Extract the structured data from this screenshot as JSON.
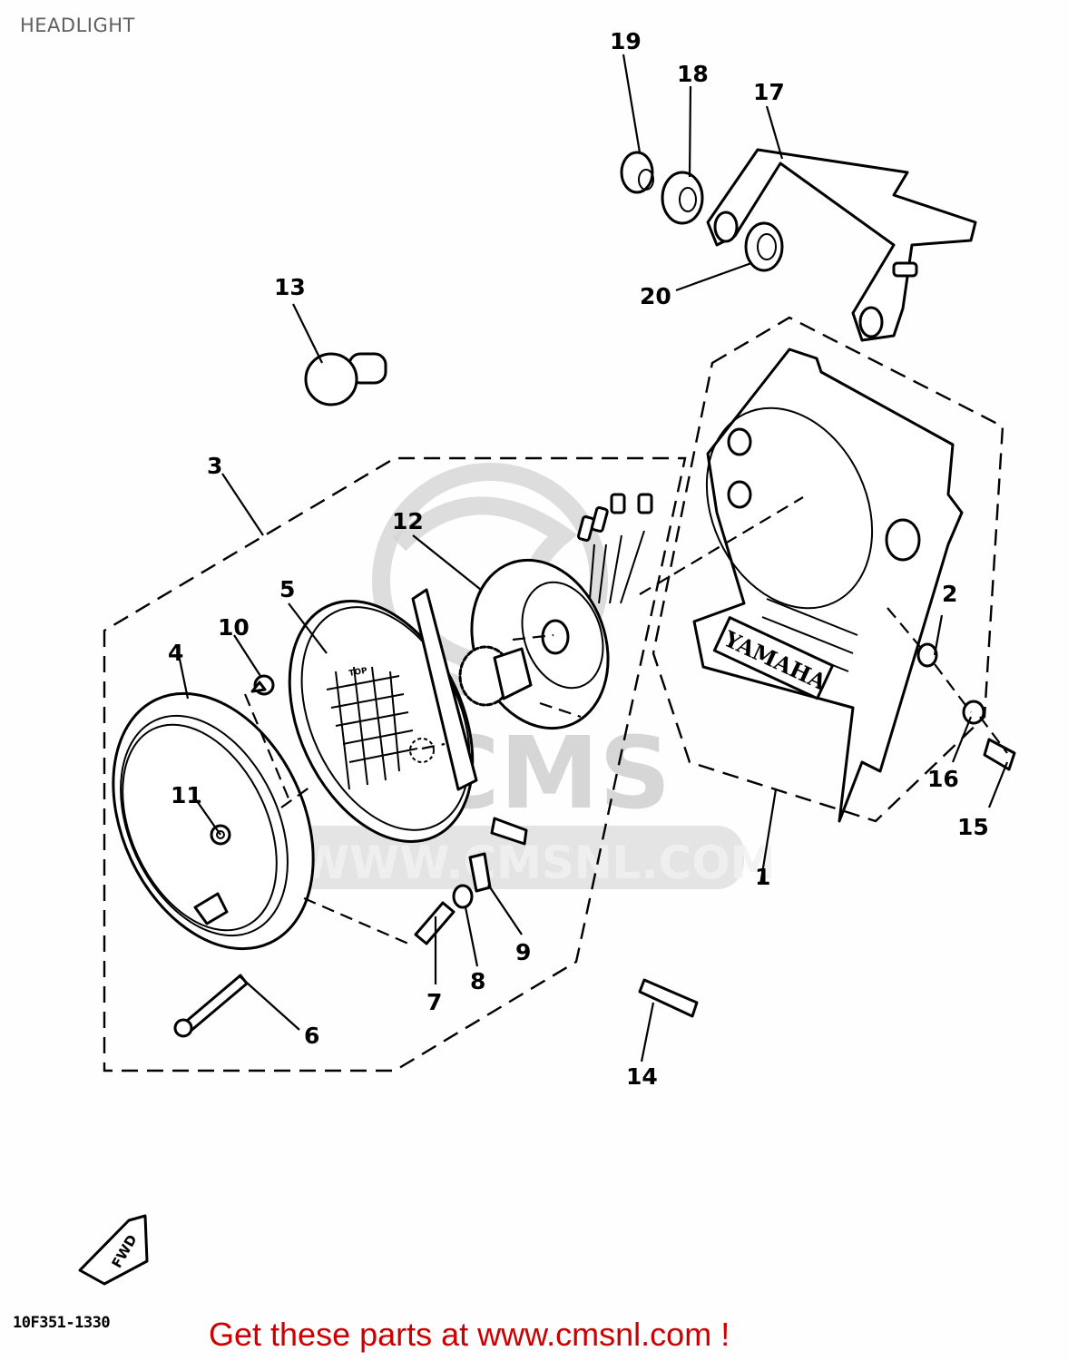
{
  "header": {
    "title": "HEADLIGHT"
  },
  "diagram": {
    "watermark": {
      "logo_text": "CMS",
      "url_text": "WWW.CMSNL.COM",
      "color": "#d0d0d0"
    },
    "brand_emblem_text": "YAMAHA",
    "lens_marking": "TOP",
    "direction_marker": "FWD",
    "callouts": [
      {
        "id": "1",
        "label": "1"
      },
      {
        "id": "2",
        "label": "2"
      },
      {
        "id": "3",
        "label": "3"
      },
      {
        "id": "4",
        "label": "4"
      },
      {
        "id": "5",
        "label": "5"
      },
      {
        "id": "6",
        "label": "6"
      },
      {
        "id": "7",
        "label": "7"
      },
      {
        "id": "8",
        "label": "8"
      },
      {
        "id": "9",
        "label": "9"
      },
      {
        "id": "10",
        "label": "10"
      },
      {
        "id": "11",
        "label": "11"
      },
      {
        "id": "12",
        "label": "12"
      },
      {
        "id": "13",
        "label": "13"
      },
      {
        "id": "14",
        "label": "14"
      },
      {
        "id": "15",
        "label": "15"
      },
      {
        "id": "16",
        "label": "16"
      },
      {
        "id": "17",
        "label": "17"
      },
      {
        "id": "18",
        "label": "18"
      },
      {
        "id": "19",
        "label": "19"
      },
      {
        "id": "20",
        "label": "20"
      }
    ]
  },
  "footer": {
    "catalog_code": "10F351-1330",
    "promo_text": "Get these parts at www.cmsnl.com !",
    "promo_color": "#cc0000"
  }
}
